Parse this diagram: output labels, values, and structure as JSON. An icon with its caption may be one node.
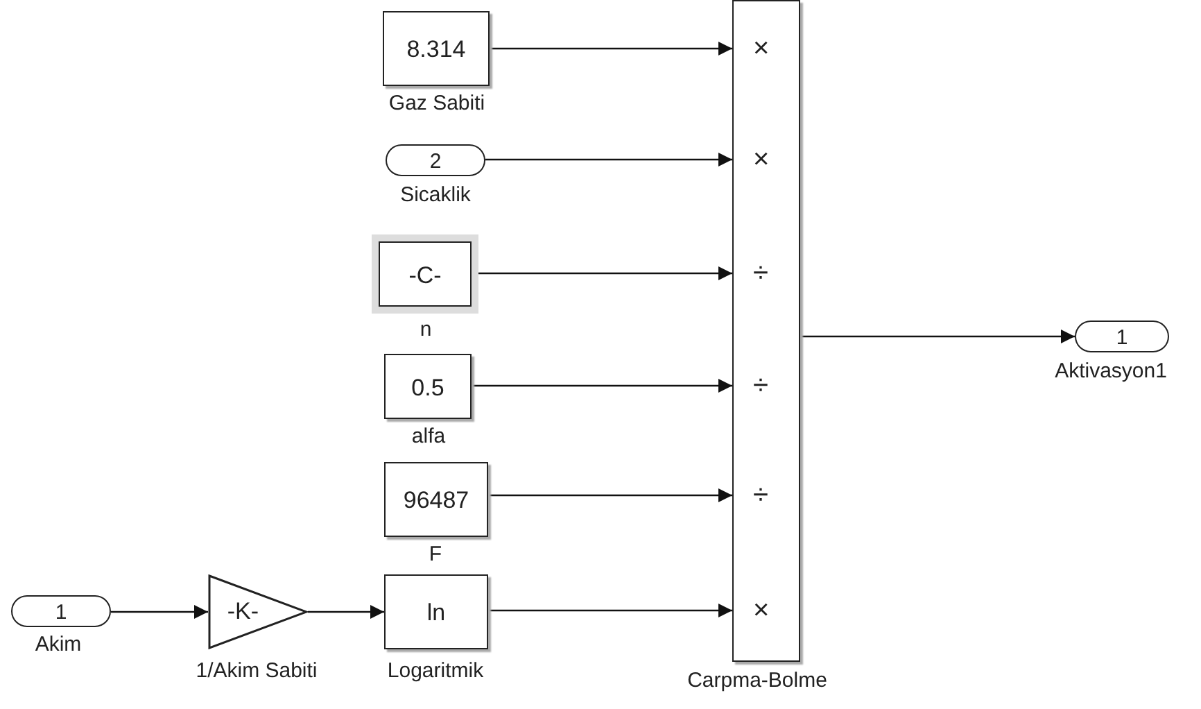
{
  "diagram": {
    "nodes": [
      {
        "text": [
          "8.314"
        ],
        "beside": [
          "Gaz Sabiti"
        ]
      },
      {
        "text": [
          "2"
        ],
        "beside": [
          "Sicaklik"
        ]
      },
      {
        "text": [
          "-C-"
        ],
        "beside": [
          "n"
        ]
      },
      {
        "text": [
          "0.5"
        ],
        "beside": [
          "alfa"
        ]
      },
      {
        "text": [
          "96487"
        ],
        "beside": [
          "F"
        ]
      },
      {
        "text": [
          "1"
        ],
        "beside": [
          "Akim"
        ]
      },
      {
        "text": [
          "-K-"
        ],
        "beside": [
          "1/Akim Sabiti"
        ]
      },
      {
        "text": [
          "ln"
        ],
        "beside": [
          "Logaritmik"
        ]
      },
      {
        "text": [
          "×",
          "×",
          "÷",
          "÷",
          "÷",
          "×"
        ],
        "beside": [
          "Carpma-Bolme"
        ]
      },
      {
        "text": [
          "1"
        ],
        "beside": [
          "Aktivasyon1"
        ]
      }
    ],
    "edges": [
      {
        "from": 0,
        "to": 8,
        "arrow": "to"
      },
      {
        "from": 1,
        "to": 8,
        "arrow": "to"
      },
      {
        "from": 2,
        "to": 8,
        "arrow": "to"
      },
      {
        "from": 3,
        "to": 8,
        "arrow": "to"
      },
      {
        "from": 4,
        "to": 8,
        "arrow": "to"
      },
      {
        "from": 5,
        "to": 6,
        "arrow": "to"
      },
      {
        "from": 6,
        "to": 7,
        "arrow": "to"
      },
      {
        "from": 7,
        "to": 8,
        "arrow": "to"
      },
      {
        "from": 8,
        "to": 9,
        "arrow": "to"
      }
    ]
  }
}
